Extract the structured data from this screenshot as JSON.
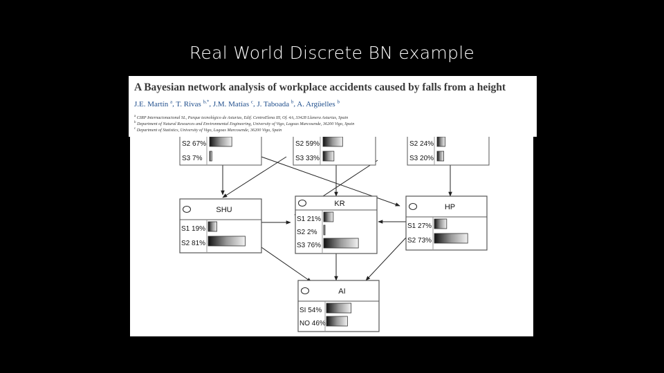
{
  "slide": {
    "title": "Real World Discrete BN example"
  },
  "paper": {
    "title": "A Bayesian network analysis of workplace accidents caused by falls from a height",
    "authors": [
      {
        "name": "J.E. Martín",
        "sup": "a"
      },
      {
        "name": "T. Rivas",
        "sup": "b,*"
      },
      {
        "name": "J.M. Matías",
        "sup": "c"
      },
      {
        "name": "J. Taboada",
        "sup": "b"
      },
      {
        "name": "A. Argüelles",
        "sup": "b"
      }
    ],
    "affiliations": [
      {
        "sup": "a",
        "text": "CIRP Internacionacional SL, Parque tecnológico de Asturias, Edif. CentroElena III, Of. 4A, 33428 Llanera Asturias, Spain"
      },
      {
        "sup": "b",
        "text": "Department of Natural Resources and Environmental Engineering, University of Vigo, Lagoas Marcosende, 36200 Vigo, Spain"
      },
      {
        "sup": "c",
        "text": "Department of Statistics, University of Vigo, Lagoas Marcosende, 36200 Vigo, Spain"
      }
    ]
  },
  "network": {
    "top_nodes": [
      {
        "id": "top-left",
        "states": [
          {
            "label": "S2",
            "pct": "67%",
            "value": 0.67
          },
          {
            "label": "S3",
            "pct": "7%",
            "value": 0.07
          }
        ]
      },
      {
        "id": "top-center",
        "states": [
          {
            "label": "S2",
            "pct": "59%",
            "value": 0.59
          },
          {
            "label": "S3",
            "pct": "33%",
            "value": 0.33
          }
        ]
      },
      {
        "id": "top-right",
        "states": [
          {
            "label": "S2",
            "pct": "24%",
            "value": 0.24
          },
          {
            "label": "S3",
            "pct": "20%",
            "value": 0.2
          }
        ]
      }
    ],
    "nodes": [
      {
        "id": "shu",
        "name": "SHU",
        "states": [
          {
            "label": "S1",
            "pct": "19%",
            "value": 0.19
          },
          {
            "label": "S2",
            "pct": "81%",
            "value": 0.81
          }
        ]
      },
      {
        "id": "kr",
        "name": "KR",
        "states": [
          {
            "label": "S1",
            "pct": "21%",
            "value": 0.21
          },
          {
            "label": "S2",
            "pct": "2%",
            "value": 0.02
          },
          {
            "label": "S3",
            "pct": "76%",
            "value": 0.76
          }
        ]
      },
      {
        "id": "hp",
        "name": "HP",
        "states": [
          {
            "label": "S1",
            "pct": "27%",
            "value": 0.27
          },
          {
            "label": "S2",
            "pct": "73%",
            "value": 0.73
          }
        ]
      },
      {
        "id": "ai",
        "name": "AI",
        "states": [
          {
            "label": "SI",
            "pct": "54%",
            "value": 0.54
          },
          {
            "label": "NO",
            "pct": "46%",
            "value": 0.46
          }
        ]
      }
    ]
  }
}
